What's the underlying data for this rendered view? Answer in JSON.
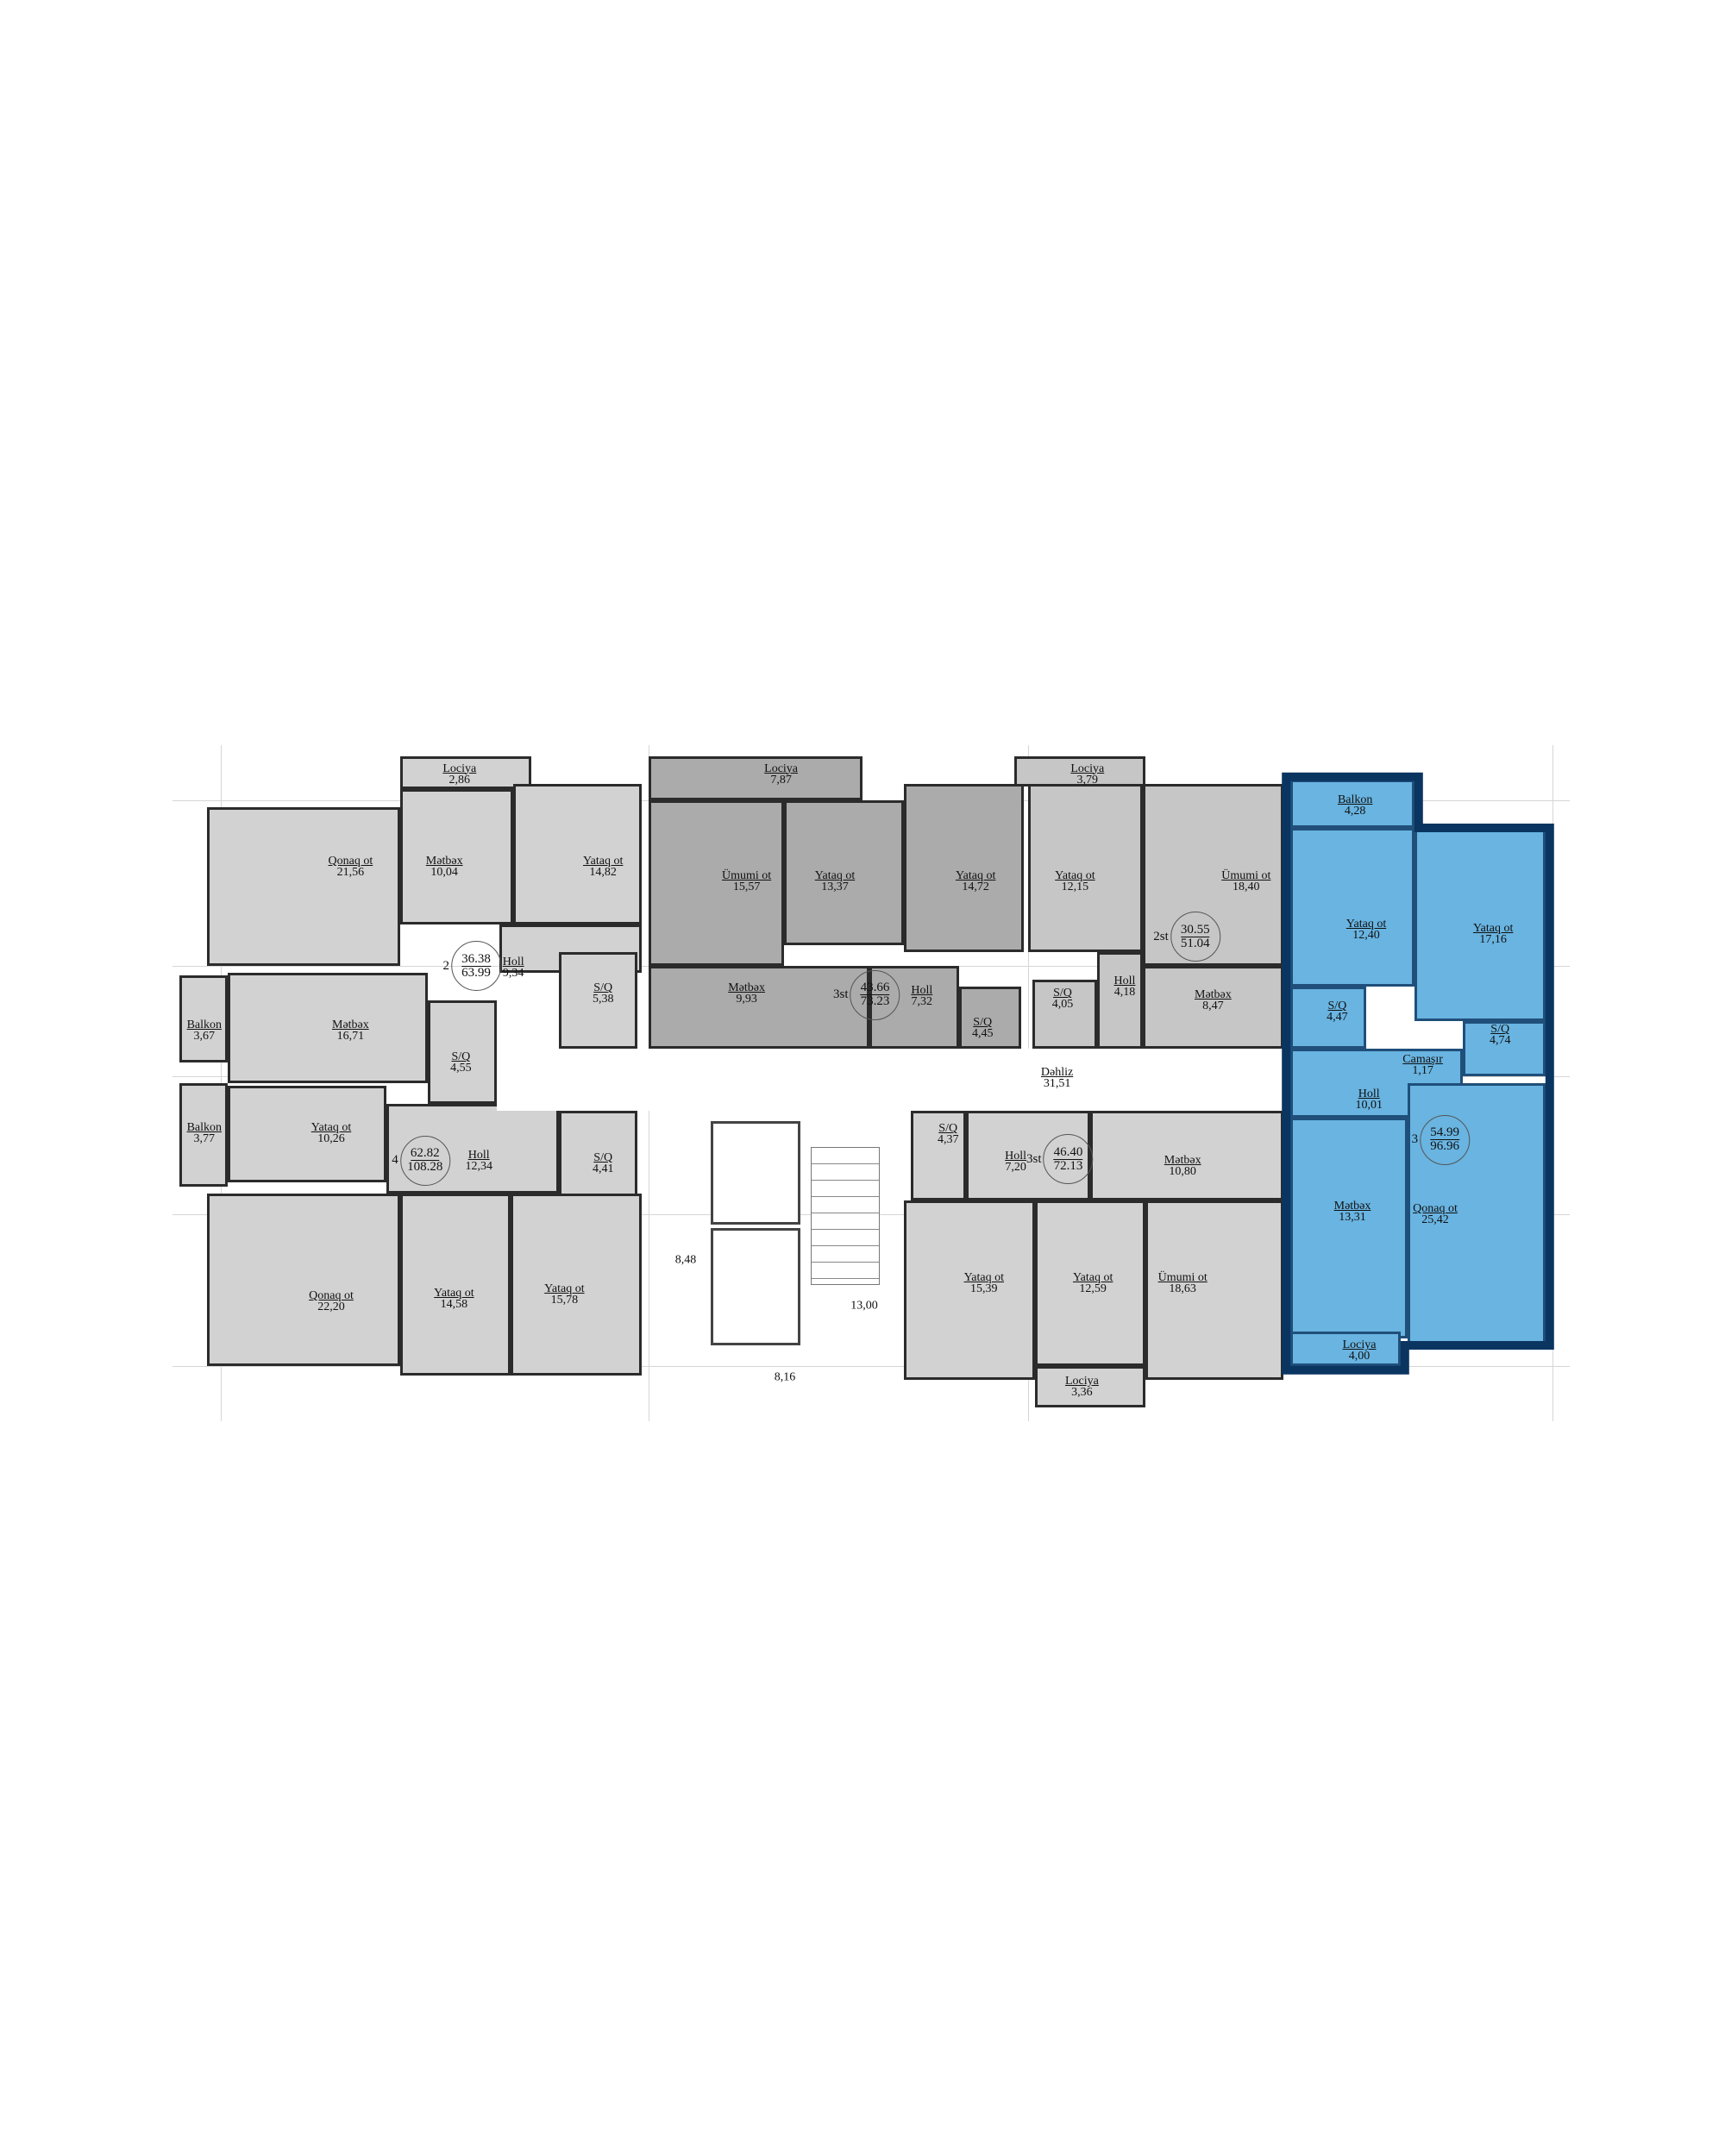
{
  "colors": {
    "apartment_light": "#d2d2d2",
    "apartment_mid": "#c6c6c6",
    "apartment_dark": "#ababab",
    "common_area": "#ffffff",
    "highlight_fill": "#69b4e1",
    "highlight_outline": "#0b3561"
  },
  "apartments": [
    {
      "id": "a2",
      "rooms_prefix": "2",
      "living_area": "36.38",
      "total_area": "63.99"
    },
    {
      "id": "a4",
      "rooms_prefix": "4",
      "living_area": "62.82",
      "total_area": "108.28"
    },
    {
      "id": "a3st_top",
      "rooms_prefix": "3st",
      "living_area": "43.66",
      "total_area": "73.23"
    },
    {
      "id": "a2st",
      "rooms_prefix": "2st",
      "living_area": "30.55",
      "total_area": "51.04"
    },
    {
      "id": "a3st_bottom",
      "rooms_prefix": "3st",
      "living_area": "46.40",
      "total_area": "72.13"
    },
    {
      "id": "a3_selected",
      "rooms_prefix": "3",
      "living_area": "54.99",
      "total_area": "96.96",
      "selected": true
    }
  ],
  "rooms": [
    {
      "apt": "a2",
      "name": "Lociya",
      "area": "2,86"
    },
    {
      "apt": "a2",
      "name": "Qonaq ot",
      "area": "21,56"
    },
    {
      "apt": "a2",
      "name": "Mətbəx",
      "area": "10,04"
    },
    {
      "apt": "a2",
      "name": "Yataq ot",
      "area": "14,82"
    },
    {
      "apt": "a2",
      "name": "Holl",
      "area": "9,34"
    },
    {
      "apt": "a2",
      "name": "S/Q",
      "area": "5,38"
    },
    {
      "apt": "a4",
      "name": "Balkon",
      "area": "3,67"
    },
    {
      "apt": "a4",
      "name": "Mətbəx",
      "area": "16,71"
    },
    {
      "apt": "a4",
      "name": "S/Q",
      "area": "4,55"
    },
    {
      "apt": "a4",
      "name": "Balkon",
      "area": "3,77"
    },
    {
      "apt": "a4",
      "name": "Yataq ot",
      "area": "10,26"
    },
    {
      "apt": "a4",
      "name": "Holl",
      "area": "12,34"
    },
    {
      "apt": "a4",
      "name": "S/Q",
      "area": "4,41"
    },
    {
      "apt": "a4",
      "name": "Qonaq ot",
      "area": "22,20"
    },
    {
      "apt": "a4",
      "name": "Yataq ot",
      "area": "14,58"
    },
    {
      "apt": "a4",
      "name": "Yataq ot",
      "area": "15,78"
    },
    {
      "apt": "a3st_top",
      "name": "Lociya",
      "area": "7,87"
    },
    {
      "apt": "a3st_top",
      "name": "Ümumi ot",
      "area": "15,57"
    },
    {
      "apt": "a3st_top",
      "name": "Yataq ot",
      "area": "13,37"
    },
    {
      "apt": "a3st_top",
      "name": "Yataq ot",
      "area": "14,72"
    },
    {
      "apt": "a3st_top",
      "name": "Mətbəx",
      "area": "9,93"
    },
    {
      "apt": "a3st_top",
      "name": "Holl",
      "area": "7,32"
    },
    {
      "apt": "a3st_top",
      "name": "S/Q",
      "area": "4,45"
    },
    {
      "apt": "a2st",
      "name": "Lociya",
      "area": "3,79"
    },
    {
      "apt": "a2st",
      "name": "Yataq ot",
      "area": "12,15"
    },
    {
      "apt": "a2st",
      "name": "S/Q",
      "area": "4,05"
    },
    {
      "apt": "a2st",
      "name": "Holl",
      "area": "4,18"
    },
    {
      "apt": "a2st",
      "name": "Ümumi ot",
      "area": "18,40"
    },
    {
      "apt": "a2st",
      "name": "Mətbəx",
      "area": "8,47"
    },
    {
      "apt": "common",
      "name": "Dəhliz",
      "area": "31,51"
    },
    {
      "apt": "a3st_bottom",
      "name": "S/Q",
      "area": "4,37"
    },
    {
      "apt": "a3st_bottom",
      "name": "Holl",
      "area": "7,20"
    },
    {
      "apt": "a3st_bottom",
      "name": "Mətbəx",
      "area": "10,80"
    },
    {
      "apt": "a3st_bottom",
      "name": "Yataq ot",
      "area": "15,39"
    },
    {
      "apt": "a3st_bottom",
      "name": "Yataq ot",
      "area": "12,59"
    },
    {
      "apt": "a3st_bottom",
      "name": "Ümumi ot",
      "area": "18,63"
    },
    {
      "apt": "a3st_bottom",
      "name": "Lociya",
      "area": "3,36"
    },
    {
      "apt": "a3_selected",
      "name": "Balkon",
      "area": "4,28"
    },
    {
      "apt": "a3_selected",
      "name": "Yataq ot",
      "area": "12,40"
    },
    {
      "apt": "a3_selected",
      "name": "Yataq ot",
      "area": "17,16"
    },
    {
      "apt": "a3_selected",
      "name": "S/Q",
      "area": "4,47"
    },
    {
      "apt": "a3_selected",
      "name": "S/Q",
      "area": "4,74"
    },
    {
      "apt": "a3_selected",
      "name": "Camaşır",
      "area": "1,17"
    },
    {
      "apt": "a3_selected",
      "name": "Holl",
      "area": "10,01"
    },
    {
      "apt": "a3_selected",
      "name": "Mətbəx",
      "area": "13,31"
    },
    {
      "apt": "a3_selected",
      "name": "Qonaq ot",
      "area": "25,42"
    },
    {
      "apt": "a3_selected",
      "name": "Lociya",
      "area": "4,00"
    }
  ],
  "stairwell_areas": [
    "8,48",
    "13,00",
    "8,16"
  ]
}
